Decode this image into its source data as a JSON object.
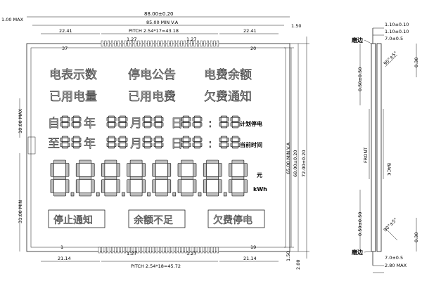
{
  "dims": {
    "top_max": "1.00 MAX",
    "overall_w": "88.00±0.20",
    "va_w": "85.00 MIN V.A",
    "r_150": "1.50",
    "left_2241": "22.41",
    "right_2241": "22.41",
    "pitch_top": "PITCH 2.54*17=43.18",
    "p127": "1.27",
    "pin_37": "37",
    "pin_20": "20",
    "left_10max": "10.00 MAX",
    "left_31min": "31.00 MIN",
    "va_h": "65.00 MIN V.A",
    "h_68": "68.00±0.20",
    "h_72": "72.00±0.20",
    "bot_2114a": "21.14",
    "bot_2114b": "21.14",
    "pitch_bot": "PITCH 2.54*18=45.72",
    "pin_1": "1",
    "pin_19": "19",
    "bot_150": "1.50",
    "bot_200": "2.00",
    "side_110": "1.10±0.10",
    "side_110b": "1.10±0.10",
    "side_70a": "7.0±0.5",
    "side_70b": "7.0±0.5",
    "side_050a": "0.50±0.50",
    "side_050b": "0.50±0.50",
    "side_030a": "0.30",
    "side_030b": "0.30",
    "side_280": "2.80 MAX",
    "angle_a": "90°±5°",
    "angle_b": "90°±5°",
    "front": "FRONT",
    "back": "BACK",
    "mobian_top": "磨边",
    "mobian_bot": "磨边"
  },
  "lcd": {
    "row1": [
      "电表示数",
      "停电公告",
      "电费余额"
    ],
    "row2": [
      "已用电量",
      "已用电费",
      "欠费通知"
    ],
    "row3_prefix": "自",
    "row3_chars": [
      "年",
      "月",
      "日",
      ":"
    ],
    "row3_label": "计划停电",
    "row4_prefix": "至",
    "row4_chars": [
      "年",
      "月",
      "日",
      ":"
    ],
    "row4_label": "当前时间",
    "unit_yuan": "元",
    "unit_kwh": "kWh",
    "box1": "停止通知",
    "box2": "余额不足",
    "box3": "欠费停电"
  }
}
